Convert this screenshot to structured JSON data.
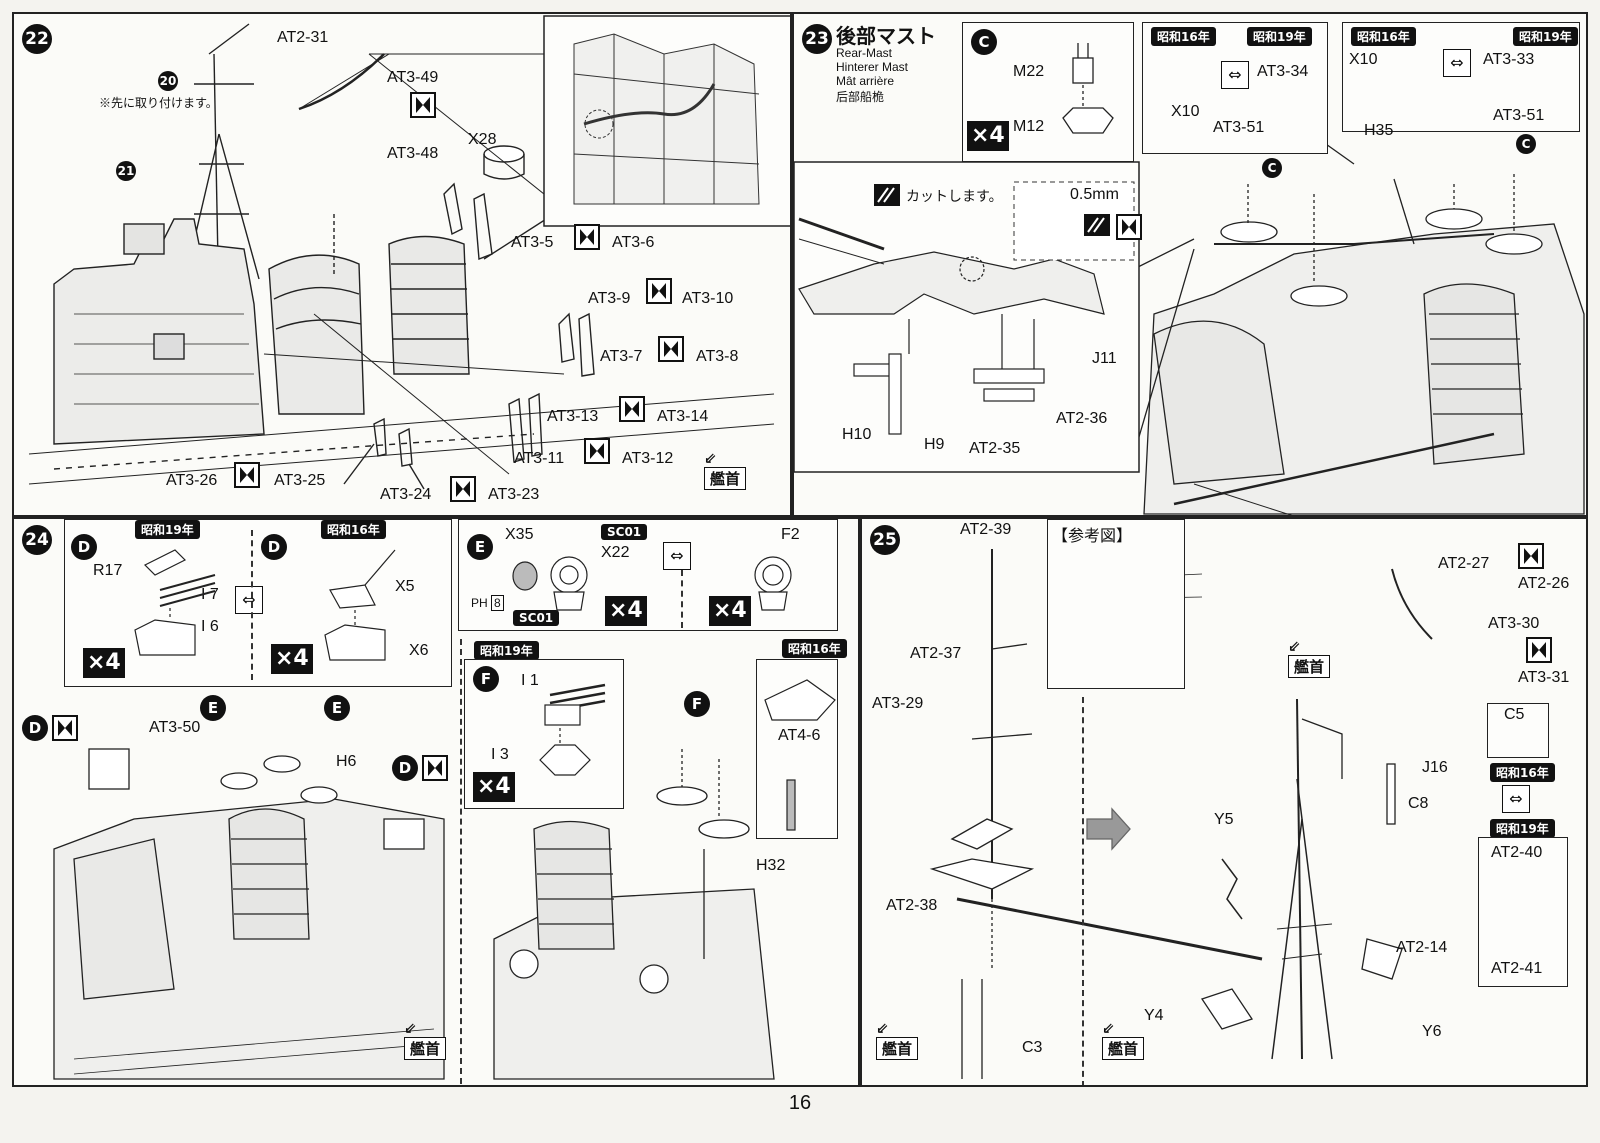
{
  "page_number": "16",
  "step22": {
    "num": "22",
    "sub_num_20": "20",
    "sub_num_21": "21",
    "note": "※先に取り付けます。",
    "labels": [
      "AT2-31",
      "AT3-49",
      "X28",
      "AT3-48",
      "AT3-5",
      "AT3-6",
      "AT3-9",
      "AT3-10",
      "AT3-7",
      "AT3-8",
      "AT3-13",
      "AT3-14",
      "AT3-11",
      "AT3-12",
      "AT3-26",
      "AT3-25",
      "AT3-24",
      "AT3-23"
    ],
    "bow": "艦首"
  },
  "step23": {
    "num": "23",
    "title_jp": "後部マスト",
    "title_en": "Rear-Mast",
    "title_de": "Hinterer Mast",
    "title_fr": "Mât arrière",
    "title_cn": "后部船桅",
    "c_box": {
      "letter": "C",
      "m22": "M22",
      "m12": "M12",
      "mult": "×4"
    },
    "era_box1": {
      "era_a": "昭和16年",
      "era_b": "昭和19年",
      "x10": "X10",
      "at3_34": "AT3-34",
      "at3_51": "AT3-51"
    },
    "era_box2": {
      "era_a": "昭和16年",
      "era_b": "昭和19年",
      "x10": "X10",
      "at3_33": "AT3-33",
      "at3_51": "AT3-51"
    },
    "cut_note": "カットします。",
    "mm": "0.5mm",
    "labels_sub": [
      "H10",
      "H9",
      "AT2-35",
      "AT2-36",
      "J11"
    ],
    "h35": "H35",
    "c_marker": "C"
  },
  "step24": {
    "num": "24",
    "d_box1": {
      "letter": "D",
      "era": "昭和19年",
      "r17": "R17",
      "i7": "I 7",
      "i6": "I 6",
      "mult": "×4"
    },
    "d_box2": {
      "letter": "D",
      "era": "昭和16年",
      "x5": "X5",
      "x6": "X6",
      "mult": "×4"
    },
    "e_box": {
      "letter": "E",
      "x35": "X35",
      "x22": "X22",
      "sc01a": "SC01",
      "sc01b": "SC01",
      "ph": "PH",
      "ph_num": "8",
      "f2": "F2",
      "mult1": "×4",
      "mult2": "×4"
    },
    "era19": "昭和19年",
    "era16": "昭和16年",
    "f_box": {
      "letter": "F",
      "i1": "I 1",
      "i3": "I 3",
      "mult": "×4"
    },
    "labels": [
      "AT3-50",
      "H6",
      "AT4-6",
      "H32"
    ],
    "marker_d": "D",
    "marker_e": "E",
    "marker_f": "F",
    "bow": "艦首"
  },
  "step25": {
    "num": "25",
    "ref_title": "【参考図】",
    "labels": [
      "AT2-39",
      "AT2-37",
      "AT3-29",
      "AT2-38",
      "C3",
      "AT2-27",
      "AT2-26",
      "AT3-30",
      "AT3-31",
      "C5",
      "J16",
      "C8",
      "Y5",
      "AT2-14",
      "Y4",
      "Y6",
      "AT2-40",
      "AT2-41"
    ],
    "era16": "昭和16年",
    "era19": "昭和19年",
    "bow": "艦首"
  }
}
